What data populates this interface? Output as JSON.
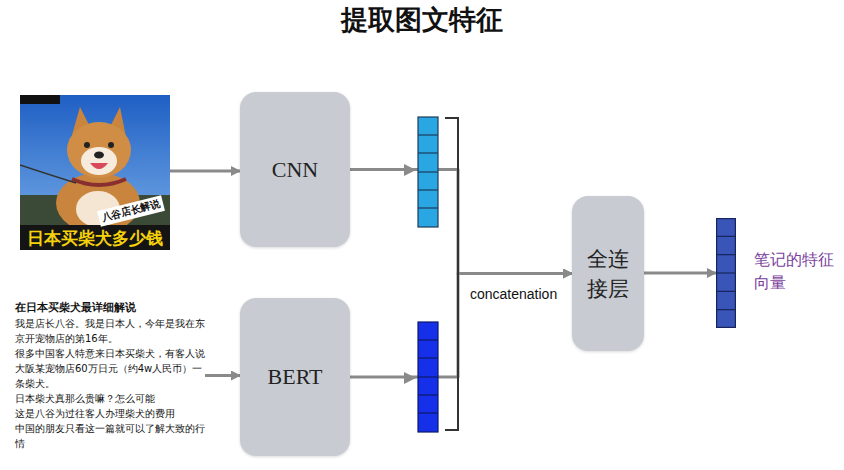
{
  "diagram": {
    "title": "提取图文特征",
    "nodes": [
      {
        "text": [
          "八谷店长解说",
          "日本买柴犬多少钱"
        ]
      },
      {
        "text": [
          "CNN"
        ]
      },
      {
        "text": [
          "在日本买柴犬最详细解说",
          "我是店长八谷。我是日本人，今年是我在东京开宠物店的第16年。",
          "很多中国客人特意来日本买柴犬，有客人说大阪某宠物店60万日元（约4w人民币）一条柴犬。",
          "日本柴犬真那么贵嘛？怎么可能",
          "这是八谷为过往客人办理柴犬的费用",
          "中国的朋友只看这一篇就可以了解大致的行情"
        ]
      },
      {
        "text": [
          "BERT"
        ]
      },
      {
        "text": [
          "全连接层"
        ]
      },
      {
        "text": [
          "笔记的特征向量"
        ]
      }
    ],
    "edges": [
      {
        "from": 0,
        "to": 1,
        "arrow": "to"
      },
      {
        "from": 2,
        "to": 3,
        "arrow": "to"
      },
      {
        "from": 1,
        "to": 4,
        "label": "concatenation",
        "arrow": "to"
      },
      {
        "from": 3,
        "to": 4,
        "arrow": "to"
      },
      {
        "from": 4,
        "to": 5,
        "arrow": "to"
      }
    ]
  }
}
